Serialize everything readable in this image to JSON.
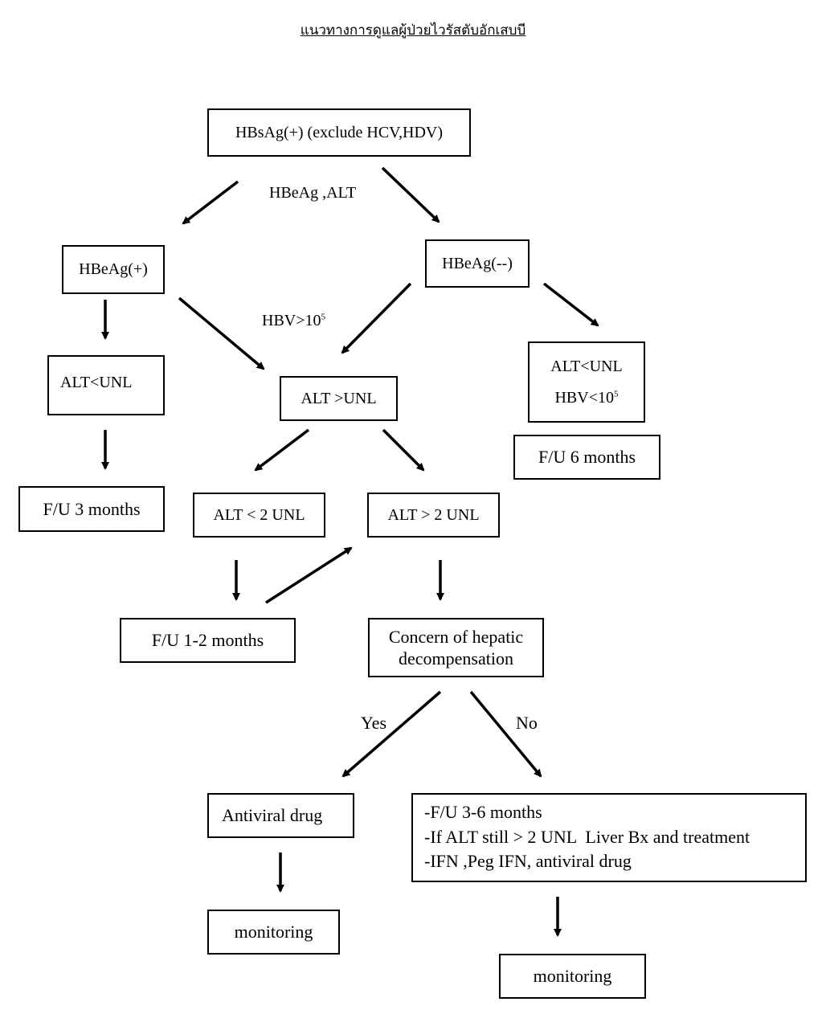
{
  "title": "แนวทางการดูแลผู้ป่วยไวรัสตับอักเสบบี",
  "nodes": {
    "hbsag": "HBsAg(+) (exclude HCV,HDV)",
    "hbeag_pos": "HBeAg(+)",
    "hbeag_neg": "HBeAg(--)",
    "alt_lt_unl_left": "ALT<UNL",
    "alt_gt_unl": "ALT >UNL",
    "alt_lt_unl_right": "ALT<UNL",
    "hbv_lt": {
      "base": "HBV<10",
      "exp": "5"
    },
    "fu_3": "F/U 3 months",
    "fu_6": "F/U 6 months",
    "alt_lt_2unl": "ALT < 2 UNL",
    "alt_gt_2unl": "ALT > 2 UNL",
    "fu_1_2": "F/U 1-2 months",
    "concern": [
      "Concern of hepatic",
      "decompensation"
    ],
    "antiviral": "Antiviral drug",
    "no_branch": [
      "-F/U 3-6 months",
      "-If ALT still > 2 UNL  Liver Bx and treatment",
      "-IFN ,Peg IFN, antiviral drug"
    ],
    "monitoring_left": "monitoring",
    "monitoring_right": "monitoring"
  },
  "edge_labels": {
    "hbeag_alt": "HBeAg ,ALT",
    "hbv_gt": {
      "base": "HBV>10",
      "exp": "5"
    },
    "yes": "Yes",
    "no": "No"
  }
}
